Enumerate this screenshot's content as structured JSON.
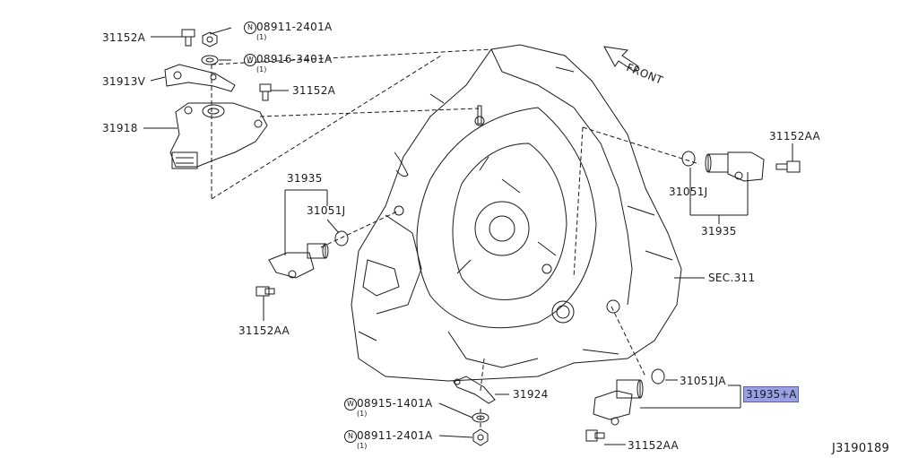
{
  "diagram": {
    "front_label": "FRONT",
    "sec_label": "SEC.311",
    "diagram_id": "J3190189",
    "parts": {
      "p31152A_top": "31152A",
      "p31152A_mid": "31152A",
      "p31913V": "31913V",
      "p31918": "31918",
      "p31935_left": "31935",
      "p31051J_left": "31051J",
      "p31152AA_left": "31152AA",
      "p31152AA_right": "31152AA",
      "p31051J_right": "31051J",
      "p31935_right": "31935",
      "p31051JA": "31051JA",
      "p31935A": "31935+A",
      "p31924": "31924",
      "p31152AA_bottom": "31152AA"
    },
    "fasteners": {
      "nut_top_prefix": "N",
      "nut_top": "08911-2401A",
      "nut_top_qty": "(1)",
      "washer_top_prefix": "W",
      "washer_top": "08916-3401A",
      "washer_top_qty": "(1)",
      "washer_bot_prefix": "W",
      "washer_bot": "08915-1401A",
      "washer_bot_qty": "(1)",
      "nut_bot_prefix": "N",
      "nut_bot": "08911-2401A",
      "nut_bot_qty": "(1)"
    },
    "colors": {
      "highlight": "#9aa0e6",
      "line": "#1a1a1a"
    }
  }
}
